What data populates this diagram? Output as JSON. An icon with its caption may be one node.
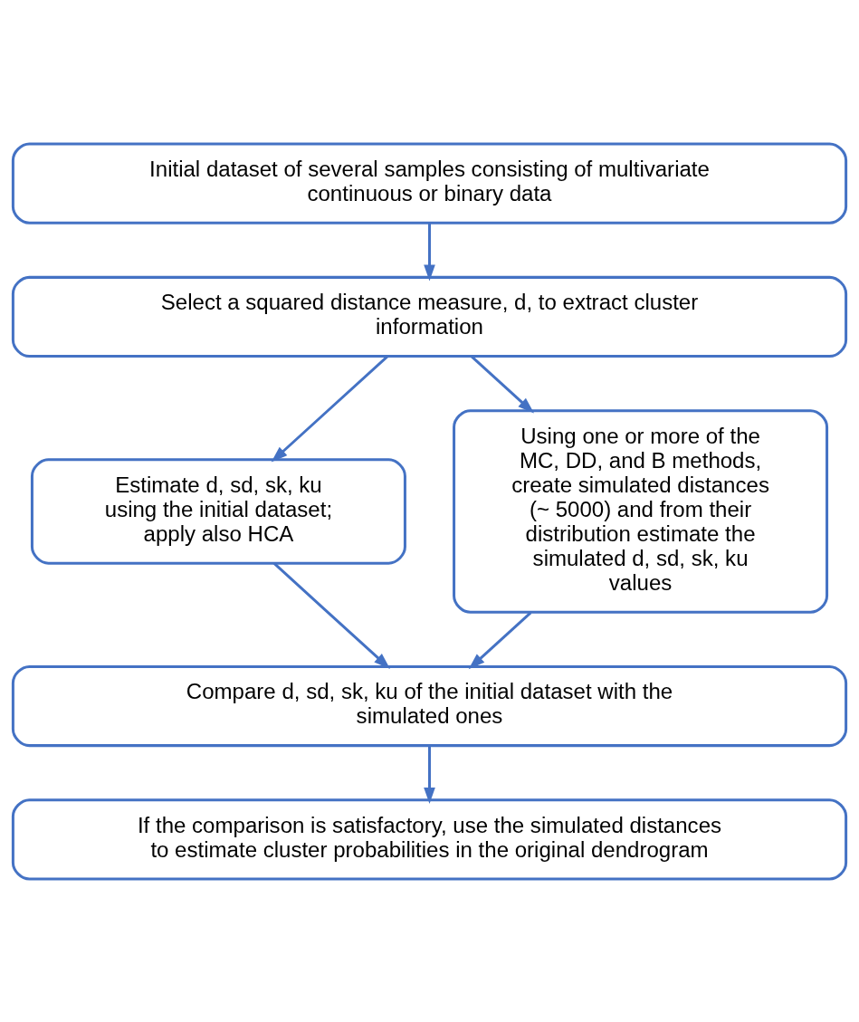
{
  "diagram": {
    "nodes": [
      {
        "text": [
          "Initial dataset of several samples consisting of multivariate continuous or binary data"
        ]
      },
      {
        "text": [
          "Select a squared distance measure, d, to extract cluster information"
        ]
      },
      {
        "text": [
          "Estimate d, sd, sk, ku using the initial dataset; apply also HCA"
        ]
      },
      {
        "text": [
          "Using one or more of the MC, DD, and B methods, create simulated distances (~ 5000) and from their distribution estimate the simulated d, sd, sk, ku values"
        ]
      },
      {
        "text": [
          "Compare d, sd, sk, ku of the initial dataset with the simulated ones"
        ]
      },
      {
        "text": [
          "If the comparison is satisfactory, use the simulated distances to estimate cluster probabilities in the original dendrogram"
        ]
      }
    ],
    "edges": [
      {
        "from": 0,
        "to": 1,
        "arrow": "to"
      },
      {
        "from": 1,
        "to": 2,
        "arrow": "to"
      },
      {
        "from": 1,
        "to": 3,
        "arrow": "to"
      },
      {
        "from": 2,
        "to": 4,
        "arrow": "to"
      },
      {
        "from": 3,
        "to": 4,
        "arrow": "to"
      },
      {
        "from": 4,
        "to": 5,
        "arrow": "to"
      }
    ]
  }
}
